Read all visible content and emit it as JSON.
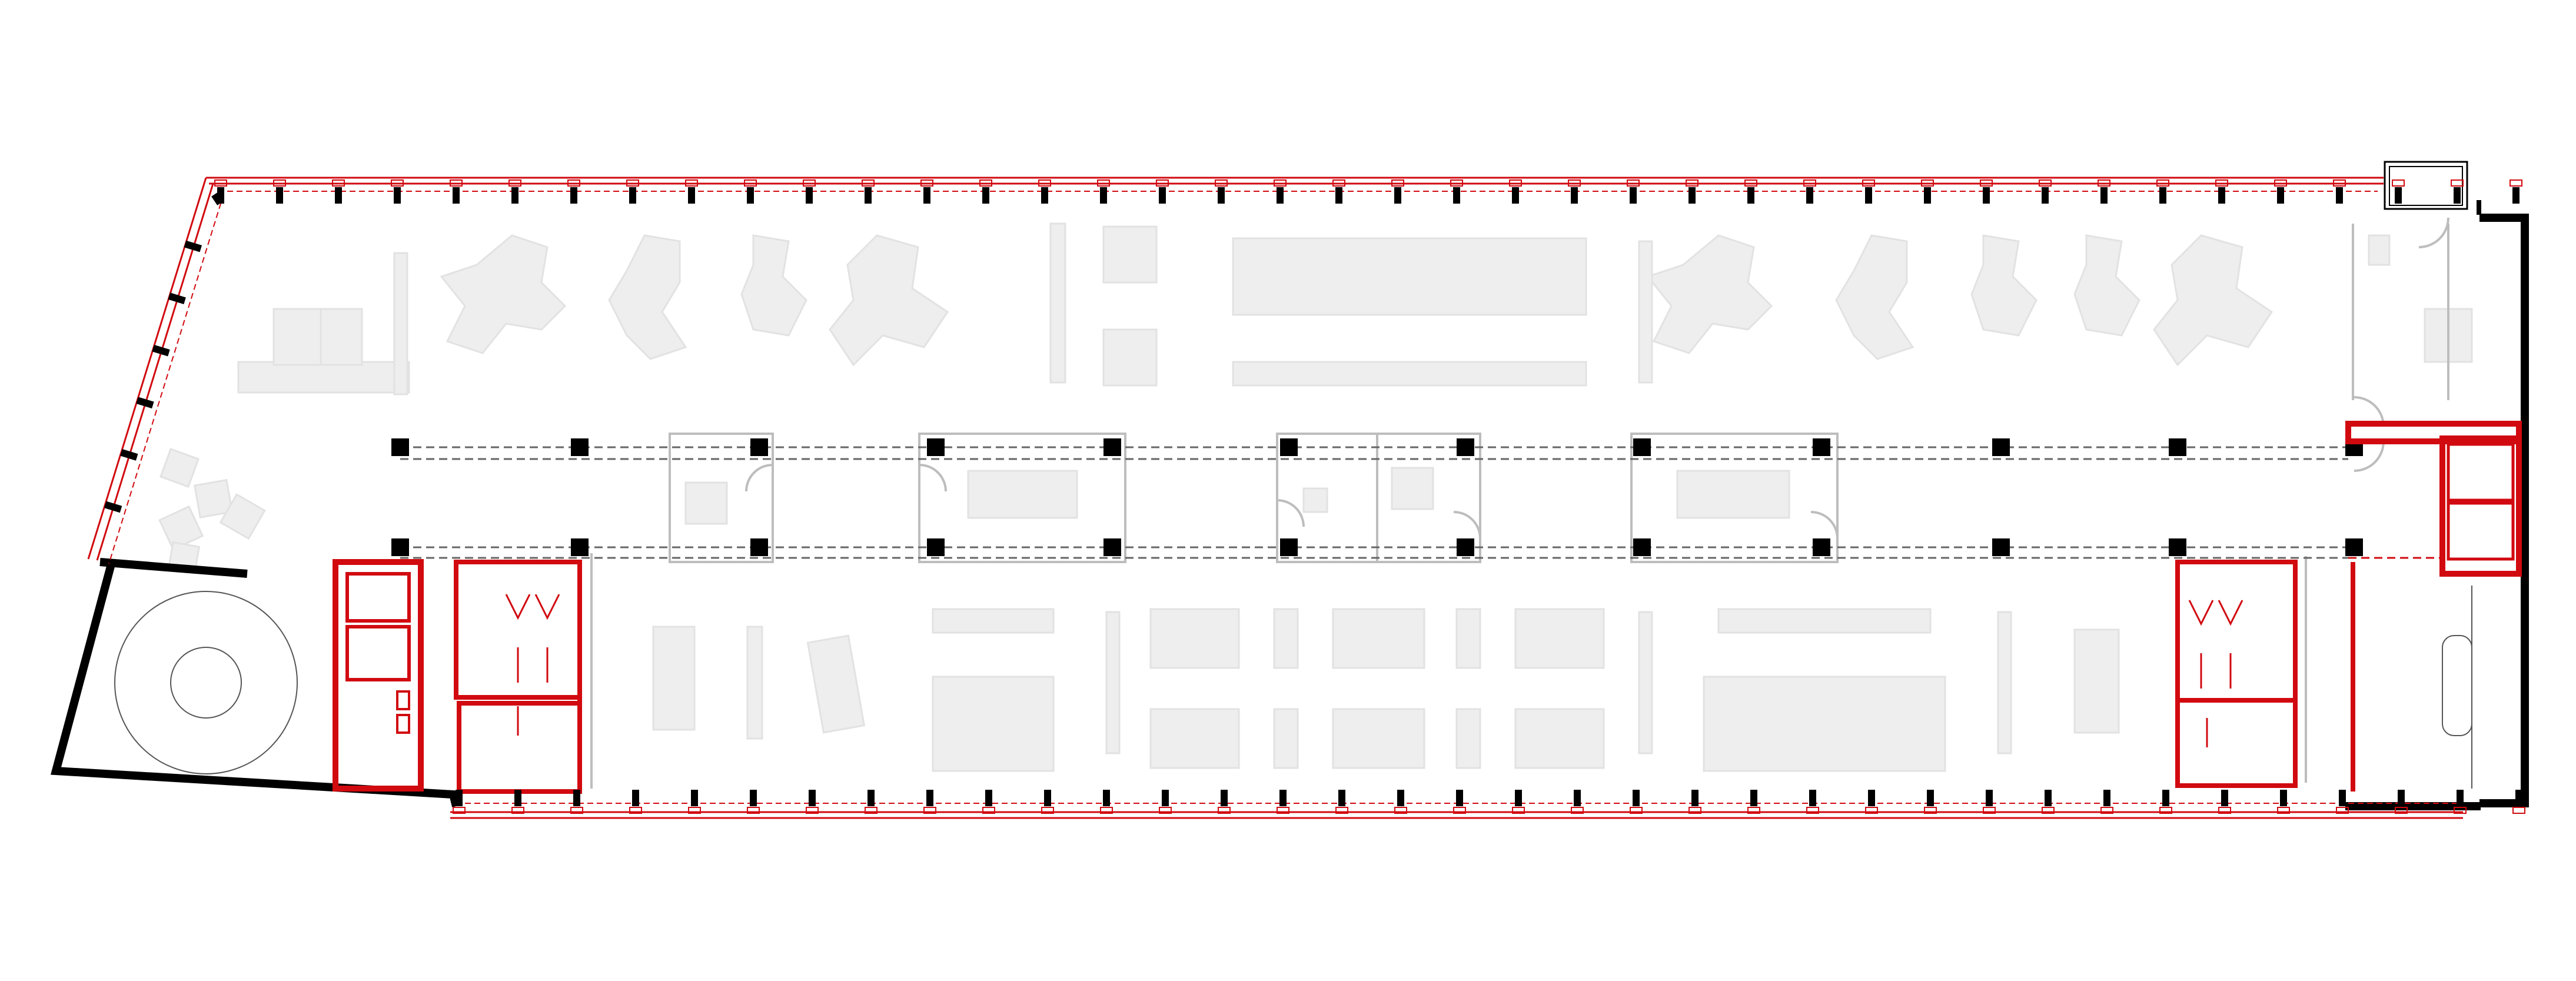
{
  "colors": {
    "background": "#ffffff",
    "wall": "#000000",
    "renovation_red": "#d10a10",
    "furniture_fill": "#eeeeee",
    "furniture_stroke": "#e2e2e2",
    "partition_gray": "#bdbdbd",
    "dashed_line": "#666666"
  },
  "plan": {
    "kind": "office-floor-plan",
    "labels": [],
    "mullion_count_north": 40,
    "mullion_count_south": 36,
    "core_columns": 12
  }
}
